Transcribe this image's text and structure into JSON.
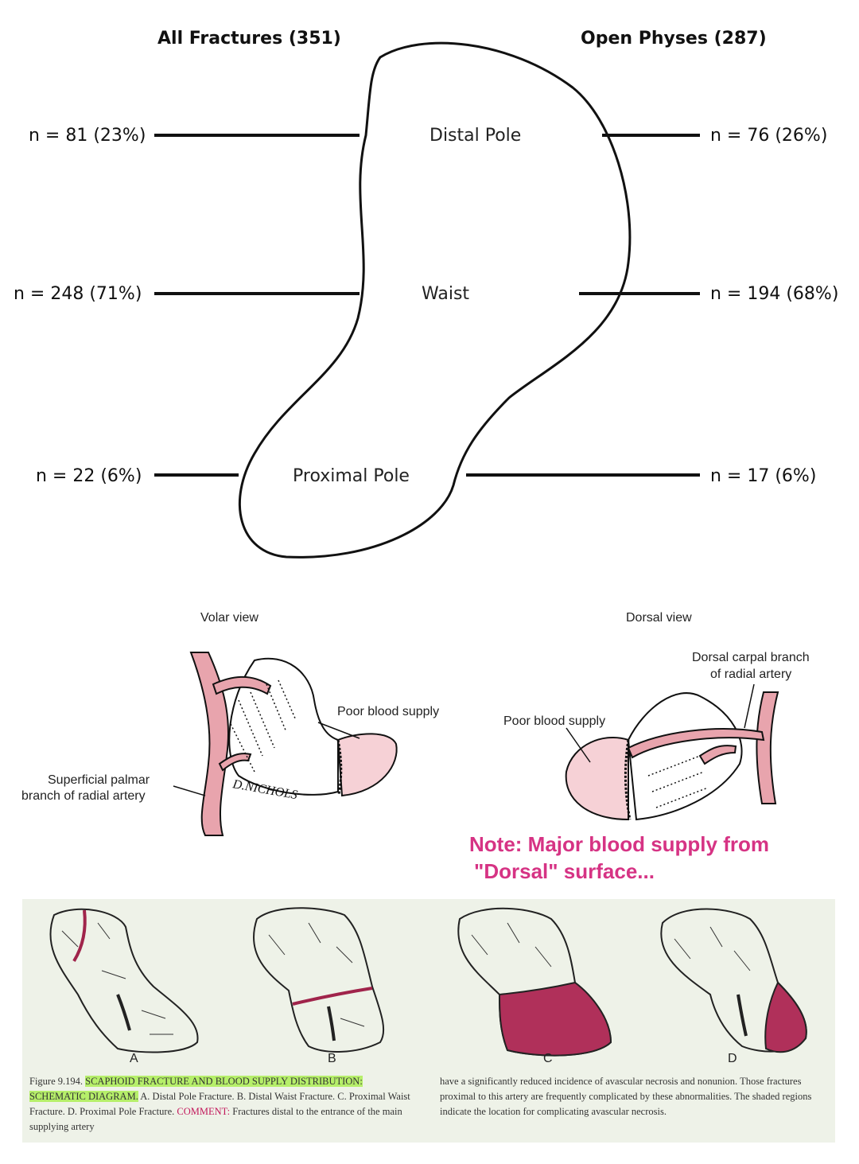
{
  "fractures": {
    "left_header": "All Fractures (351)",
    "right_header": "Open Physes (287)",
    "regions": [
      {
        "label": "Distal Pole",
        "left": "n = 81 (23%)",
        "right": "n = 76 (26%)"
      },
      {
        "label": "Waist",
        "left": "n = 248 (71%)",
        "right": "n = 194 (68%)"
      },
      {
        "label": "Proximal Pole",
        "left": "n = 22 (6%)",
        "right": "n = 17 (6%)"
      }
    ]
  },
  "blood_supply": {
    "volar_title": "Volar view",
    "dorsal_title": "Dorsal view",
    "volar_poor": "Poor blood supply",
    "volar_artery_1": "Superficial palmar",
    "volar_artery_2": "branch of radial artery",
    "signature": "D.NICHOLS",
    "dorsal_poor": "Poor blood supply",
    "dorsal_artery_1": "Dorsal carpal branch",
    "dorsal_artery_2": "of radial artery",
    "note_line1": "Note: Major blood supply from",
    "note_line2": "\"Dorsal\" surface..."
  },
  "figure": {
    "panel_labels": [
      "A",
      "B",
      "C",
      "D"
    ],
    "caption_prefix": "Figure 9.194.",
    "caption_title": "SCAPHOID FRACTURE AND BLOOD SUPPLY DISTRIBUTION: SCHEMATIC DIAGRAM.",
    "caption_items": "A. Distal Pole Fracture. B. Distal Waist Fracture. C. Proximal Waist Fracture. D. Proximal Pole Fracture.",
    "comment_label": "COMMENT:",
    "comment_text": "Fractures distal to the entrance of the main supplying artery",
    "right_text": "have a significantly reduced incidence of avascular necrosis and nonunion. Those fractures proximal to this artery are frequently complicated by these abnormalities. The shaded regions indicate the location for complicating avascular necrosis."
  },
  "colors": {
    "note": "#d63384",
    "artery": "#e8a4ad",
    "necrosis": "#b0305a",
    "highlight": "#b6ef6a",
    "panel_bg": "#eef2e8"
  }
}
